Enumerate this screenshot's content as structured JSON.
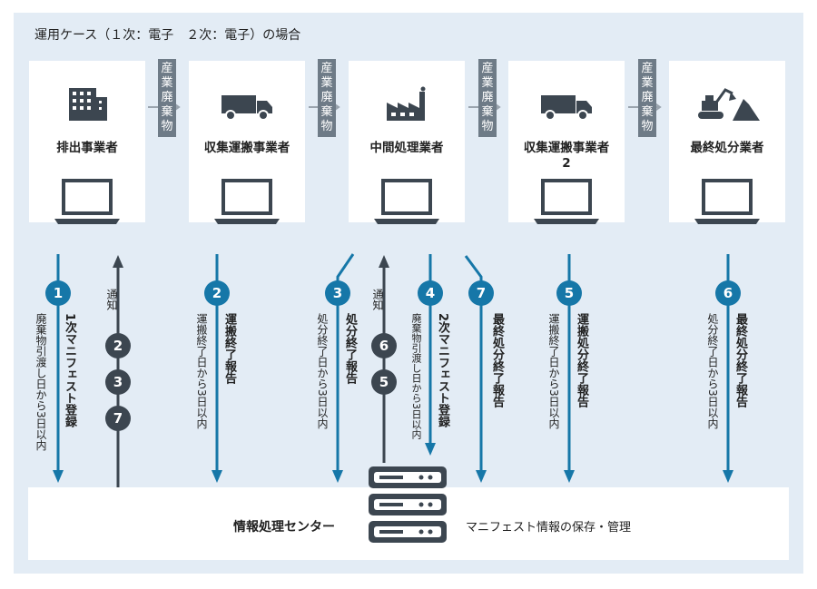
{
  "title": "運用ケース（１次：電子　２次：電子）の場合",
  "tag_label": "産業廃棄物",
  "boxes": [
    {
      "name": "排出事業者",
      "icon": "building-icon"
    },
    {
      "name": "収集運搬事業者",
      "icon": "truck-icon"
    },
    {
      "name": "中間処理業者",
      "icon": "factory-icon"
    },
    {
      "name": "収集運搬事業者",
      "name2": "2",
      "icon": "truck-icon"
    },
    {
      "name": "最終処分業者",
      "icon": "excavator-icon"
    }
  ],
  "notify_label": "通知",
  "steps": {
    "s1": {
      "num": "1",
      "title": "1次マニフェスト登録",
      "desc": "廃棄物引渡し日から3日以内"
    },
    "s2": {
      "num": "2",
      "title": "運搬終了報告",
      "desc": "運搬終了日から3日以内"
    },
    "s3": {
      "num": "3",
      "title": "処分終了報告",
      "desc": "処分終了日から3日以内"
    },
    "s4": {
      "num": "4",
      "title": "2次マニフェスト登録",
      "desc": "廃棄物引渡し日から3日以内"
    },
    "s5": {
      "num": "5",
      "title": "運搬処分終了報告",
      "desc": "運搬終了日から3日以内"
    },
    "s6": {
      "num": "6",
      "title": "最終処分終了報告",
      "desc": "処分終了日から3日以内"
    },
    "s7": {
      "num": "7",
      "title": "最終処分終了報告"
    }
  },
  "notify1": [
    "2",
    "3",
    "7"
  ],
  "notify2": [
    "6",
    "5"
  ],
  "center": {
    "title": "情報処理センター",
    "desc": "マニフェスト情報の保存・管理"
  },
  "colors": {
    "blue": "#1677a8",
    "dark": "#3c4650",
    "bg": "#e3ecf5",
    "tag": "#6e7b87"
  }
}
